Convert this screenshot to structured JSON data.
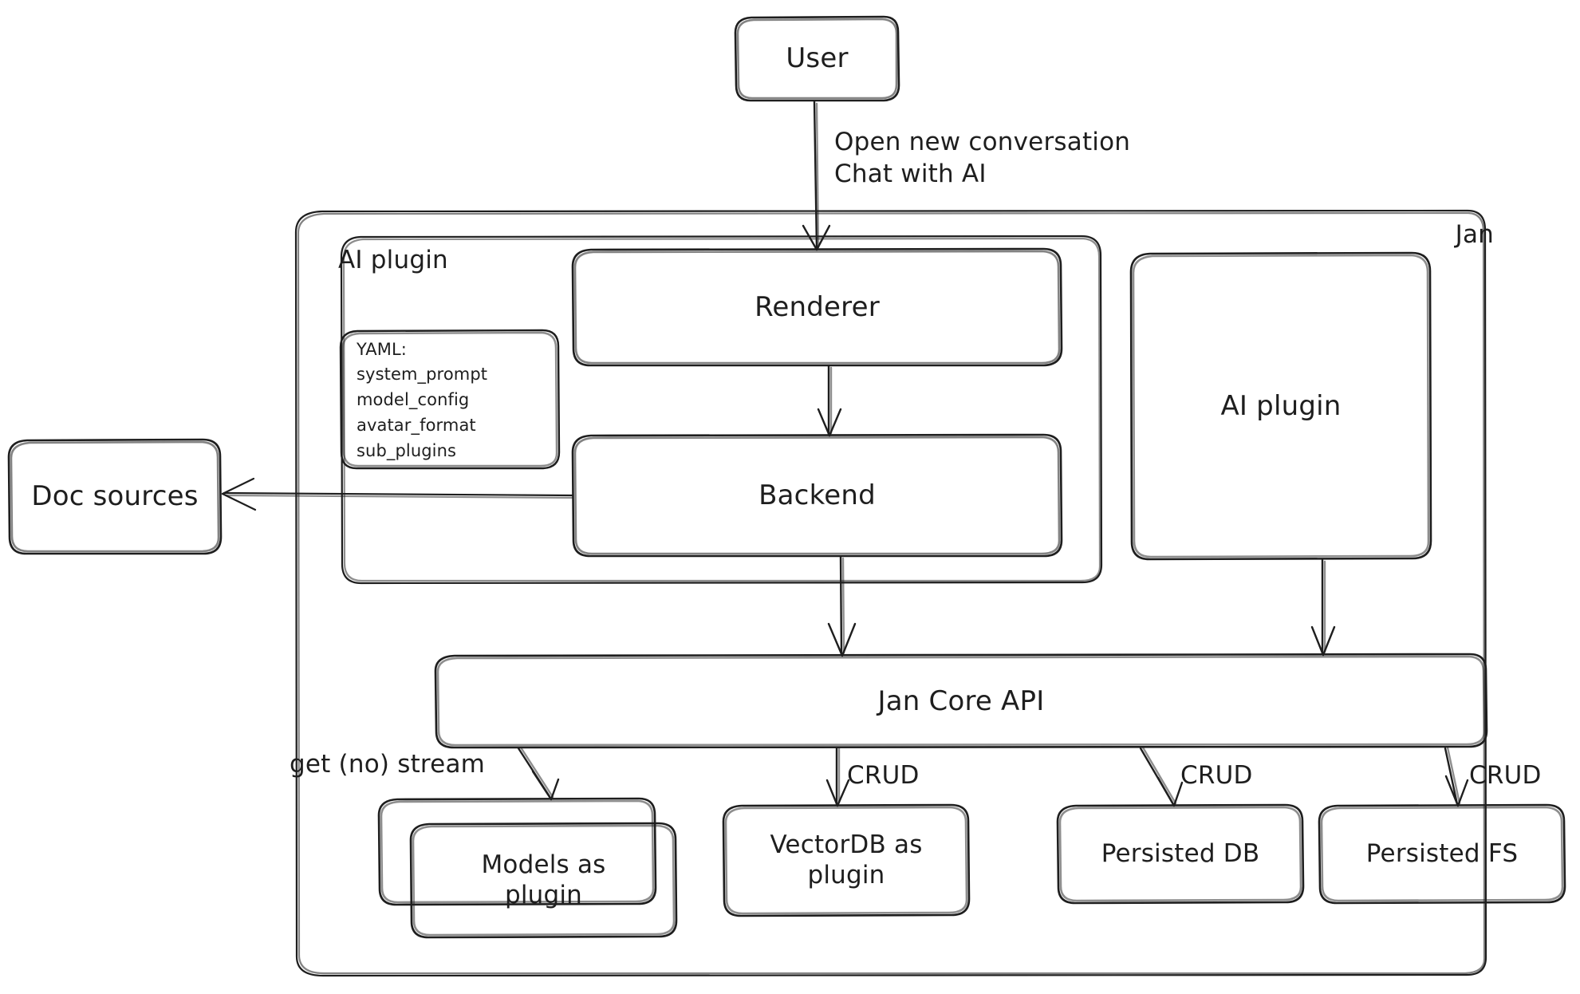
{
  "diagram": {
    "title": "Jan architecture diagram",
    "style": "hand-drawn",
    "stroke_color": "#1e1e1e",
    "background_color": "#ffffff",
    "containers": [
      {
        "id": "jan",
        "label": "Jan",
        "label_position": "top-right"
      },
      {
        "id": "ai-plugin-group",
        "label": "AI plugin",
        "label_position": "top-left"
      }
    ],
    "nodes": [
      {
        "id": "user",
        "label": "User"
      },
      {
        "id": "renderer",
        "label": "Renderer"
      },
      {
        "id": "backend",
        "label": "Backend"
      },
      {
        "id": "ai-plugin-right",
        "label": "AI plugin"
      },
      {
        "id": "doc-sources",
        "label": "Doc sources"
      },
      {
        "id": "jan-core-api",
        "label": "Jan Core API"
      },
      {
        "id": "models-as-plugin",
        "label": "Models as\nplugin"
      },
      {
        "id": "vectordb-as-plugin",
        "label": "VectorDB as\nplugin"
      },
      {
        "id": "persisted-db",
        "label": "Persisted DB"
      },
      {
        "id": "persisted-fs",
        "label": "Persisted FS"
      }
    ],
    "yaml_card": {
      "id": "yaml-card",
      "heading": "YAML:",
      "items": [
        "system_prompt",
        "model_config",
        "avatar_format",
        "sub_plugins"
      ]
    },
    "edges": [
      {
        "id": "user-to-renderer",
        "from": "user",
        "to": "renderer",
        "label": "Open new conversation\nChat with AI"
      },
      {
        "id": "renderer-to-backend",
        "from": "renderer",
        "to": "backend",
        "label": ""
      },
      {
        "id": "backend-to-doc-sources",
        "from": "backend",
        "to": "doc-sources",
        "label": ""
      },
      {
        "id": "backend-to-core",
        "from": "backend",
        "to": "jan-core-api",
        "label": ""
      },
      {
        "id": "ai-plugin-to-core",
        "from": "ai-plugin-right",
        "to": "jan-core-api",
        "label": ""
      },
      {
        "id": "core-to-models",
        "from": "jan-core-api",
        "to": "models-as-plugin",
        "label": "get (no) stream"
      },
      {
        "id": "core-to-vectordb",
        "from": "jan-core-api",
        "to": "vectordb-as-plugin",
        "label": "CRUD"
      },
      {
        "id": "core-to-persisted-db",
        "from": "jan-core-api",
        "to": "persisted-db",
        "label": "CRUD"
      },
      {
        "id": "core-to-persisted-fs",
        "from": "jan-core-api",
        "to": "persisted-fs",
        "label": "CRUD"
      }
    ]
  }
}
